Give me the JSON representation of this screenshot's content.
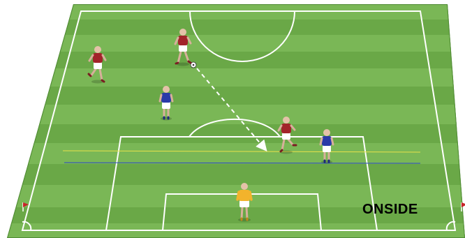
{
  "diagram": {
    "caption": "ONSIDE",
    "colors": {
      "grass_light": "#79b653",
      "grass_dark": "#5e9a3f",
      "line": "#ffffff",
      "offside_line_attacker": "#e8e24a",
      "offside_line_defender": "#2a44c8",
      "attacker_shirt": "#a2242a",
      "defender_shirt": "#2a3aa8",
      "goalkeeper_shirt": "#f2b32c",
      "corner_flag": "#c8242a"
    },
    "players": [
      {
        "role": "attacker",
        "label": "attacker-top-center"
      },
      {
        "role": "attacker",
        "label": "attacker-left"
      },
      {
        "role": "attacker",
        "label": "attacker-receiver"
      },
      {
        "role": "defender",
        "label": "defender-midfield"
      },
      {
        "role": "defender",
        "label": "defender-last"
      },
      {
        "role": "goalkeeper",
        "label": "goalkeeper"
      }
    ],
    "icons": [
      "ball-icon",
      "corner-flag-icon"
    ]
  }
}
